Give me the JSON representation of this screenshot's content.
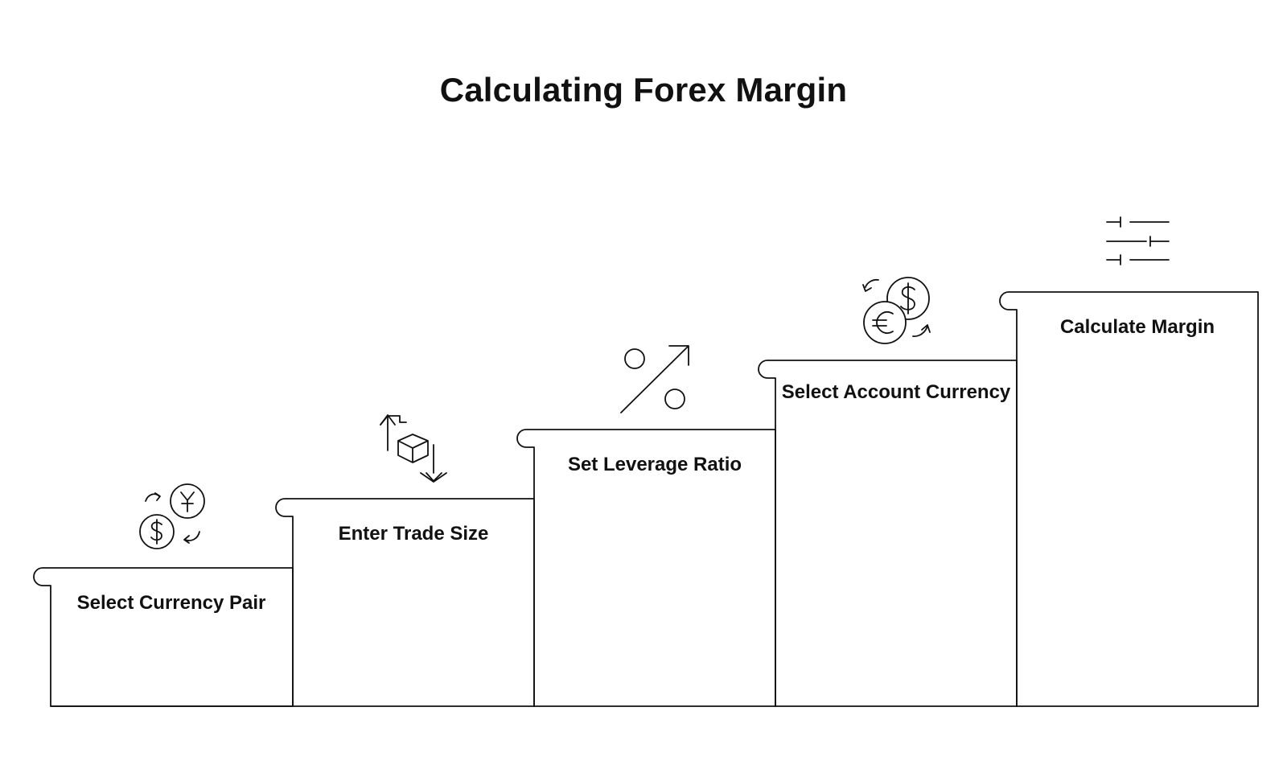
{
  "title": "Calculating Forex Margin",
  "steps": [
    {
      "label": "Select Currency Pair",
      "icon": "currency-exchange-yen-dollar-icon"
    },
    {
      "label": "Enter Trade Size",
      "icon": "box-up-down-arrows-icon"
    },
    {
      "label": "Set Leverage Ratio",
      "icon": "percent-arrow-icon"
    },
    {
      "label": "Select Account Currency",
      "icon": "currency-exchange-euro-dollar-icon"
    },
    {
      "label": "Calculate Margin",
      "icon": "sliders-icon"
    }
  ],
  "colors": {
    "stroke": "#111111",
    "background": "#ffffff"
  }
}
